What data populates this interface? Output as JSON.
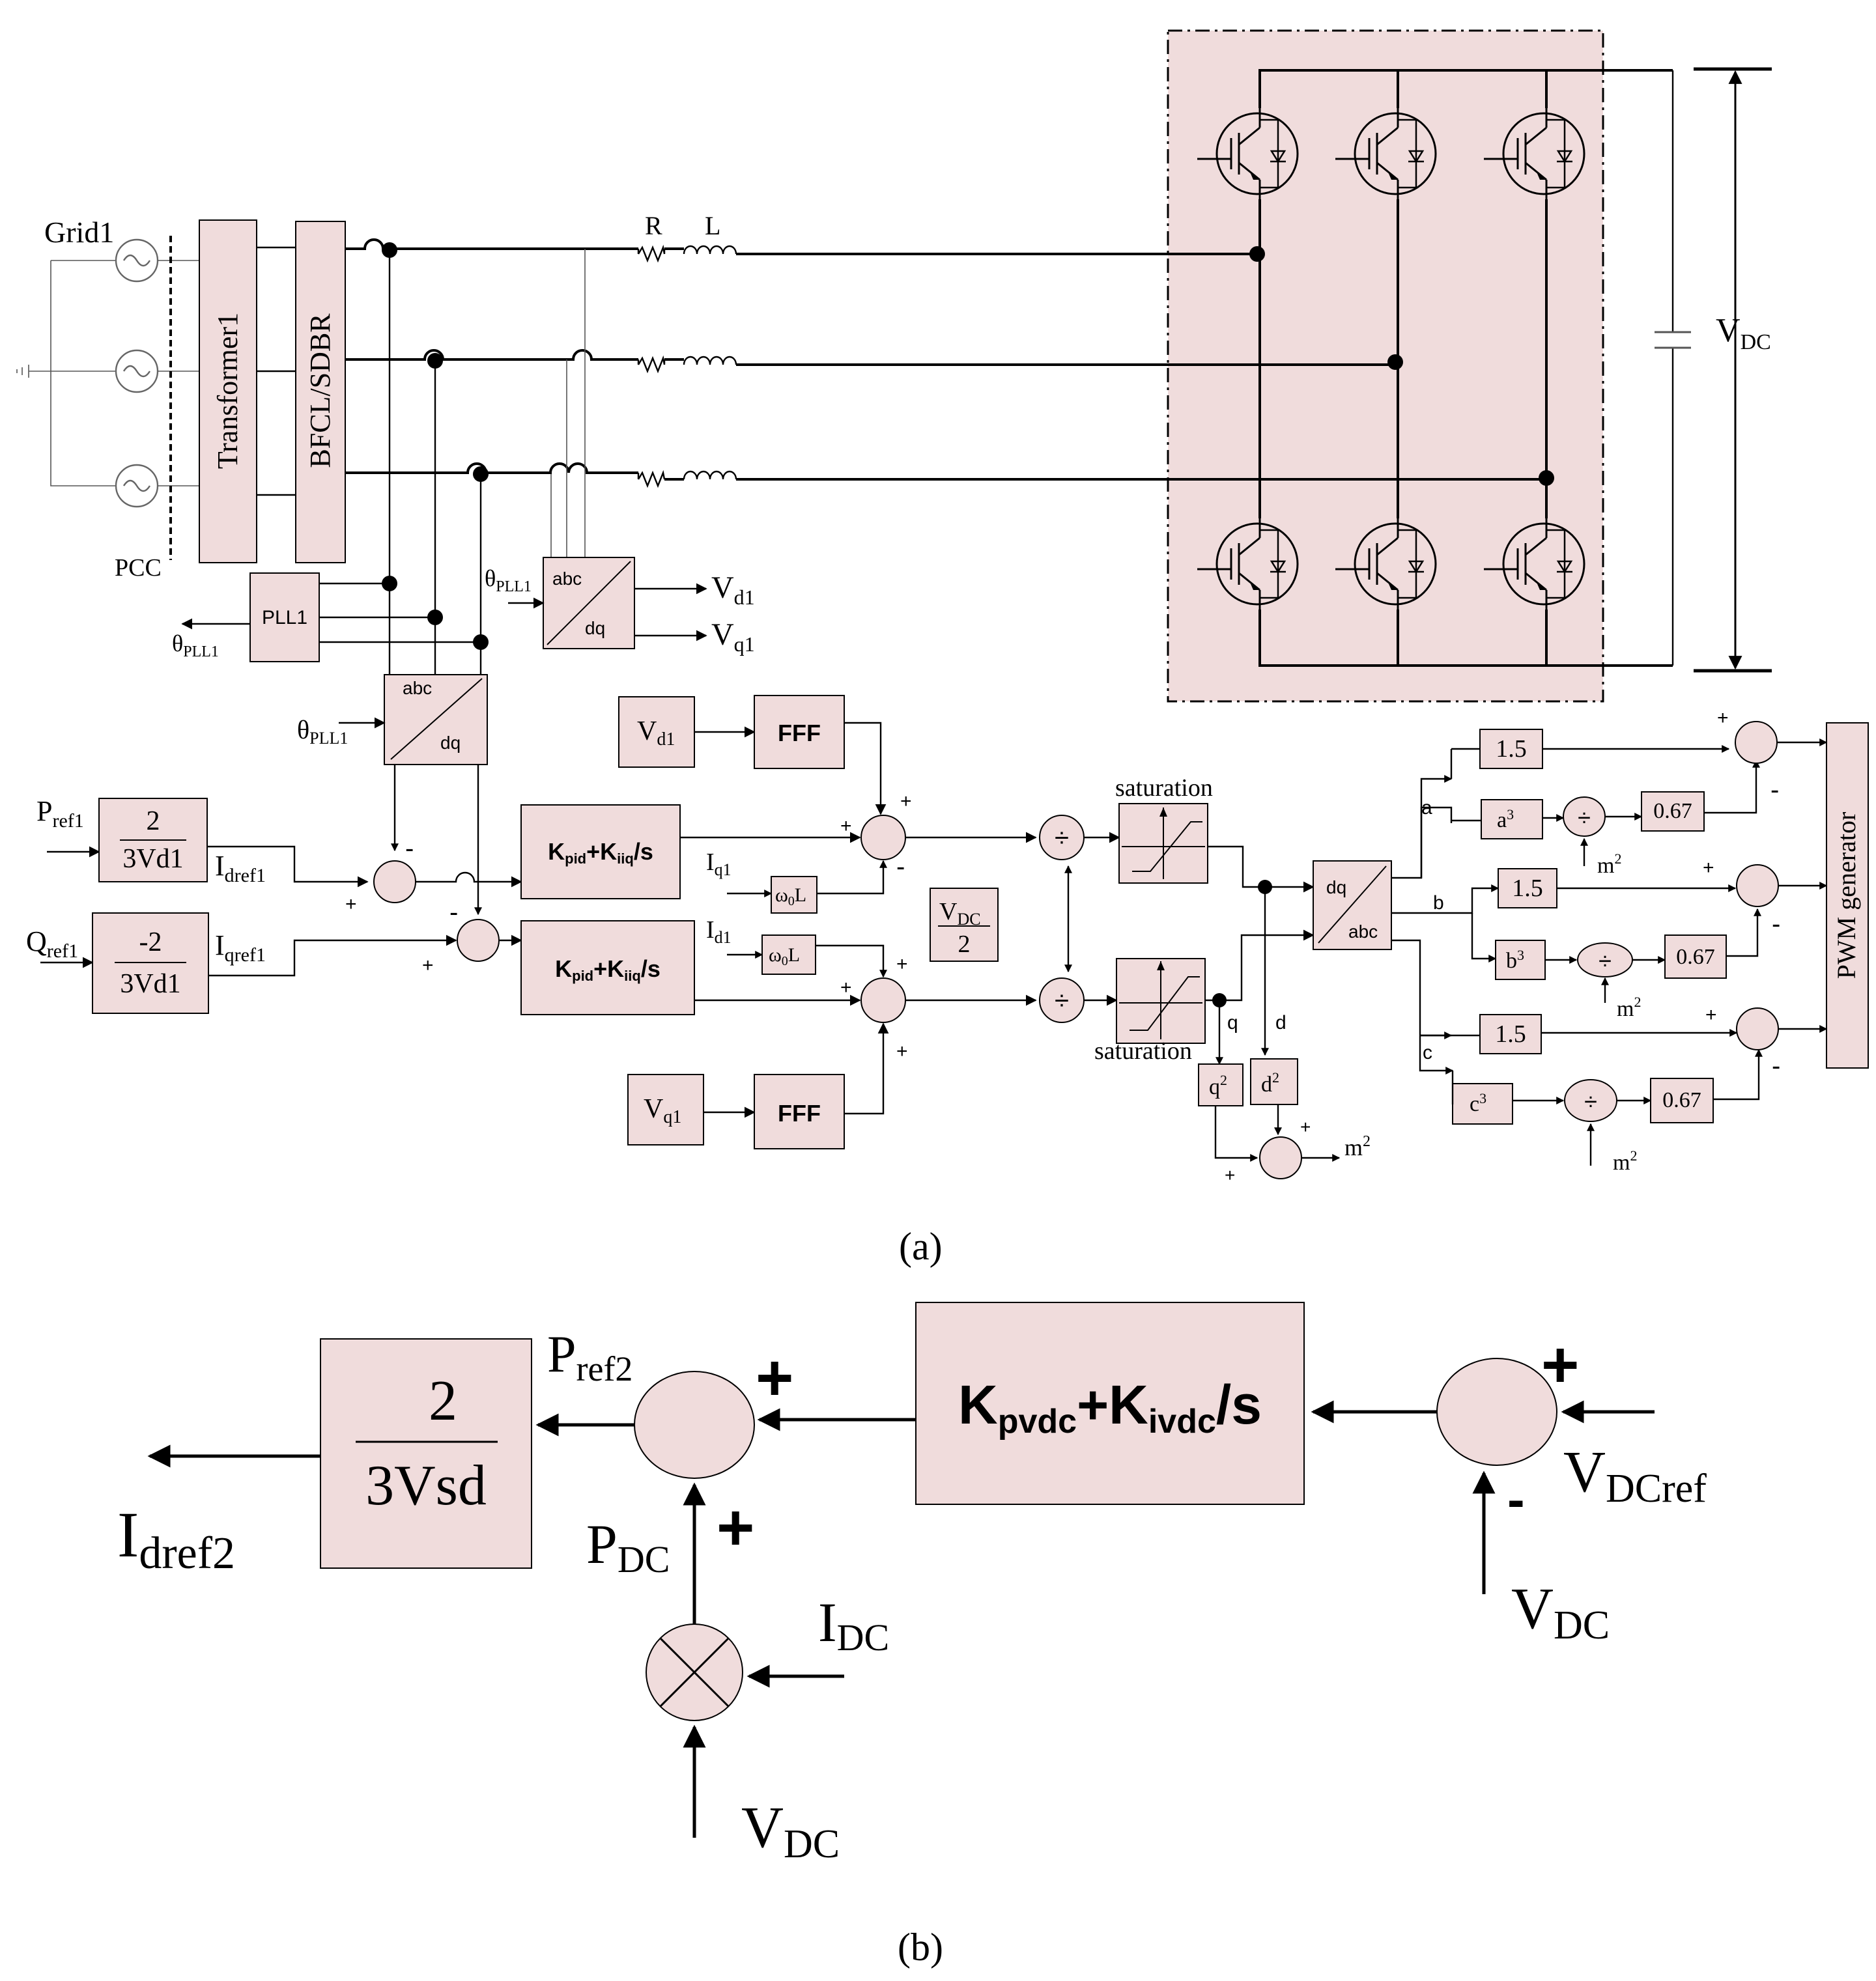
{
  "figure_a": {
    "caption": "(a)",
    "power": {
      "grid": "Grid1",
      "pcc": "PCC",
      "transformer": "Transformer1",
      "bfcl": "BFCL/SDBR",
      "r": "R",
      "l": "L",
      "vdc": {
        "main": "V",
        "sub": "DC"
      }
    },
    "pll": {
      "block": "PLL1",
      "theta": {
        "main": "θ",
        "sub": "PLL1"
      }
    },
    "abc_dq_top": {
      "abc": "abc",
      "dq": "dq"
    },
    "abc_dq_left": {
      "abc": "abc",
      "dq": "dq"
    },
    "outputs": {
      "vd1": {
        "main": "V",
        "sub": "d1"
      },
      "vq1": {
        "main": "V",
        "sub": "q1"
      }
    },
    "refs": {
      "pref1": {
        "main": "P",
        "sub": "ref1"
      },
      "qref1": {
        "main": "Q",
        "sub": "ref1"
      },
      "gain_p": {
        "num": "2",
        "den": "3Vd1"
      },
      "gain_q": {
        "num": "-2",
        "den": "3Vd1"
      },
      "idref1": {
        "main": "I",
        "sub": "dref1"
      },
      "iqref1": {
        "main": "I",
        "sub": "qref1"
      }
    },
    "pi": {
      "d": {
        "k1": "K",
        "s1": "pid",
        "k2": "K",
        "s2": "iiq",
        "tail": "/s"
      },
      "q": {
        "k1": "K",
        "s1": "pid",
        "k2": "K",
        "s2": "iiq",
        "tail": "/s"
      }
    },
    "ff": {
      "vd1": {
        "main": "V",
        "sub": "d1"
      },
      "vq1": {
        "main": "V",
        "sub": "q1"
      },
      "fff": "FFF"
    },
    "cross": {
      "iq1": {
        "main": "I",
        "sub": "q1"
      },
      "id1": {
        "main": "I",
        "sub": "d1"
      },
      "w0l": {
        "main": "ω",
        "sub": "0",
        "tail": "L"
      }
    },
    "vdc_half": {
      "num_main": "V",
      "num_sub": "DC",
      "den": "2"
    },
    "divide": "÷",
    "saturation": "saturation",
    "dq_abc": {
      "dq": "dq",
      "abc": "abc"
    },
    "phases": [
      "a",
      "b",
      "c"
    ],
    "gain_15": "1.5",
    "gain_067": "0.67",
    "cubes": [
      {
        "base": "a",
        "exp": "3"
      },
      {
        "base": "b",
        "exp": "3"
      },
      {
        "base": "c",
        "exp": "3"
      }
    ],
    "m2": {
      "base": "m",
      "exp": "2"
    },
    "q2": {
      "base": "q",
      "exp": "2"
    },
    "d2": {
      "base": "d",
      "exp": "2"
    },
    "q": "q",
    "d": "d",
    "pwm": "PWM generator",
    "plus": "+",
    "minus": "-"
  },
  "figure_b": {
    "caption": "(b)",
    "gain": {
      "num": "2",
      "den": "3Vsd"
    },
    "idref2": {
      "main": "I",
      "sub": "dref2"
    },
    "pref2": {
      "main": "P",
      "sub": "ref2"
    },
    "pdc": {
      "main": "P",
      "sub": "DC"
    },
    "idc": {
      "main": "I",
      "sub": "DC"
    },
    "vdc_bottom": {
      "main": "V",
      "sub": "DC"
    },
    "vdc_right": {
      "main": "V",
      "sub": "DC"
    },
    "vdcref": {
      "main": "V",
      "sub": "DCref"
    },
    "pi": {
      "k1": "K",
      "s1": "pvdc",
      "k2": "K",
      "s2": "ivdc",
      "tail": "/s"
    },
    "plus": "+",
    "minus": "-"
  }
}
